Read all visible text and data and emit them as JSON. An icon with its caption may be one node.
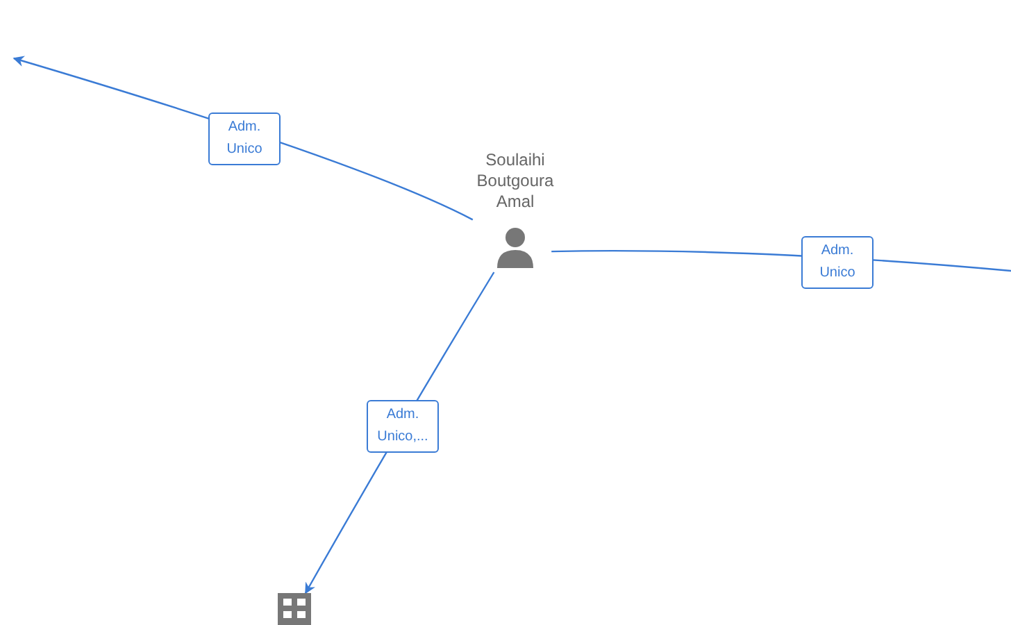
{
  "diagram": {
    "nodes": [
      {
        "text": [
          "Soulaihi Boutgoura Amal"
        ]
      },
      {
        "text": [],
        "shape": "building"
      }
    ],
    "edges": [
      {
        "from": 0,
        "to": null,
        "arrow": "to",
        "label": "Adm. Unico"
      },
      {
        "from": 0,
        "to": null,
        "arrow": "none",
        "label": "Adm. Unico"
      },
      {
        "from": 0,
        "to": 1,
        "arrow": "to",
        "label": "Adm. Unico,..."
      }
    ]
  }
}
